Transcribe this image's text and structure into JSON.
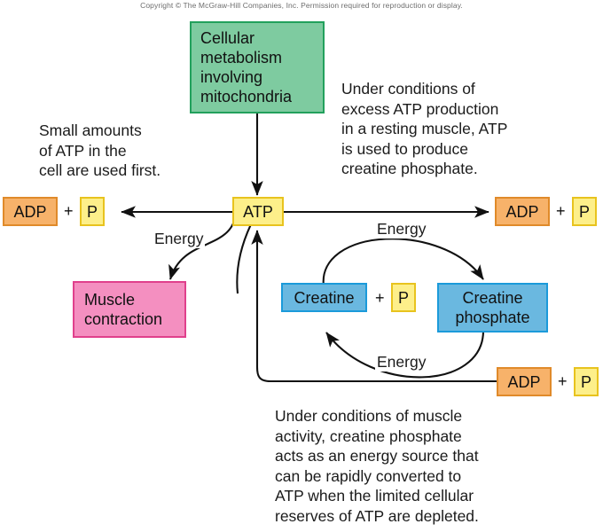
{
  "copyright": "Copyright © The McGraw-Hill Companies, Inc. Permission required for reproduction or display.",
  "notes": {
    "left": "Small amounts\nof ATP in the\ncell are used first.",
    "right": "Under conditions of\nexcess ATP production\nin a resting muscle, ATP\nis used to produce\ncreatine phosphate.",
    "bottom": "Under conditions of muscle\nactivity, creatine phosphate\nacts as an energy source that\ncan be rapidly converted to\nATP when the limited cellular\nreserves of ATP are depleted."
  },
  "nodes": {
    "metabolism": "Cellular\nmetabolism\ninvolving\nmitochondria",
    "atp": "ATP",
    "muscle": "Muscle\ncontraction",
    "creatine": "Creatine",
    "creatine_phosphate": "Creatine\nphosphate",
    "adp_left": "ADP",
    "p_left": "P",
    "adp_right": "ADP",
    "p_right": "P",
    "adp_bottom": "ADP",
    "p_bottom": "P",
    "p_creatine": "P"
  },
  "operators": {
    "plus_left": "+",
    "plus_right": "+",
    "plus_bottom": "+",
    "plus_creatine": "+"
  },
  "labels": {
    "energy_muscle": "Energy",
    "energy_top": "Energy",
    "energy_bottom": "Energy"
  },
  "colors": {
    "green_fill": "#7ecba0",
    "green_border": "#22a05c",
    "pink_fill": "#f48fc0",
    "pink_border": "#e0408c",
    "blue_fill": "#6ab8e0",
    "blue_border": "#1b9ada",
    "orange_fill": "#f7b26a",
    "orange_border": "#e08a2a",
    "yellow_fill": "#fdef8a",
    "yellow_border": "#e8c31e",
    "arrow": "#111111"
  }
}
